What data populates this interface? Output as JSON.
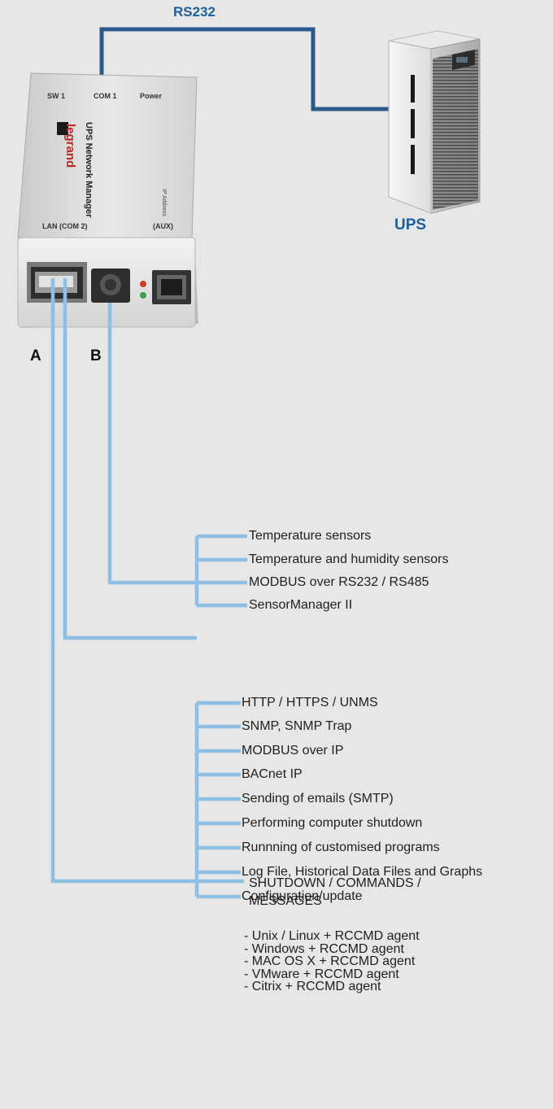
{
  "diagram": {
    "link_label": "RS232",
    "ups_label": "UPS",
    "device": {
      "brand": "legrand",
      "product_name": "UPS Network Manager",
      "top_labels": [
        "SW 1",
        "COM 1",
        "Power"
      ],
      "bottom_labels": [
        "LAN (COM 2)",
        "(AUX)"
      ],
      "side_label": "IP Address"
    },
    "port_a_label": "A",
    "port_b_label": "B",
    "sensor_group": [
      "Temperature sensors",
      "Temperature and humidity sensors",
      "MODBUS over RS232 / RS485",
      "SensorManager II"
    ],
    "network_group": [
      "HTTP / HTTPS / UNMS",
      "SNMP, SNMP Trap",
      "MODBUS over IP",
      "BACnet IP",
      "Sending of emails (SMTP)",
      "Performing computer shutdown",
      "Runnning of customised programs",
      "Log File, Historical Data Files and Graphs",
      "Configuration/update"
    ],
    "shutdown_group": {
      "title": "SHUTDOWN / COMMANDS / MESSAGES",
      "items": [
        "- Unix / Linux + RCCMD agent",
        "- Windows + RCCMD agent",
        "- MAC OS X + RCCMD agent",
        "- VMware + RCCMD agent",
        "- Citrix + RCCMD agent"
      ]
    },
    "colors": {
      "background": "#e7e7e7",
      "rs232_line": "#2a5a8c",
      "connector_line": "#8ec0e6",
      "heading_blue": "#1f5f9c"
    }
  }
}
